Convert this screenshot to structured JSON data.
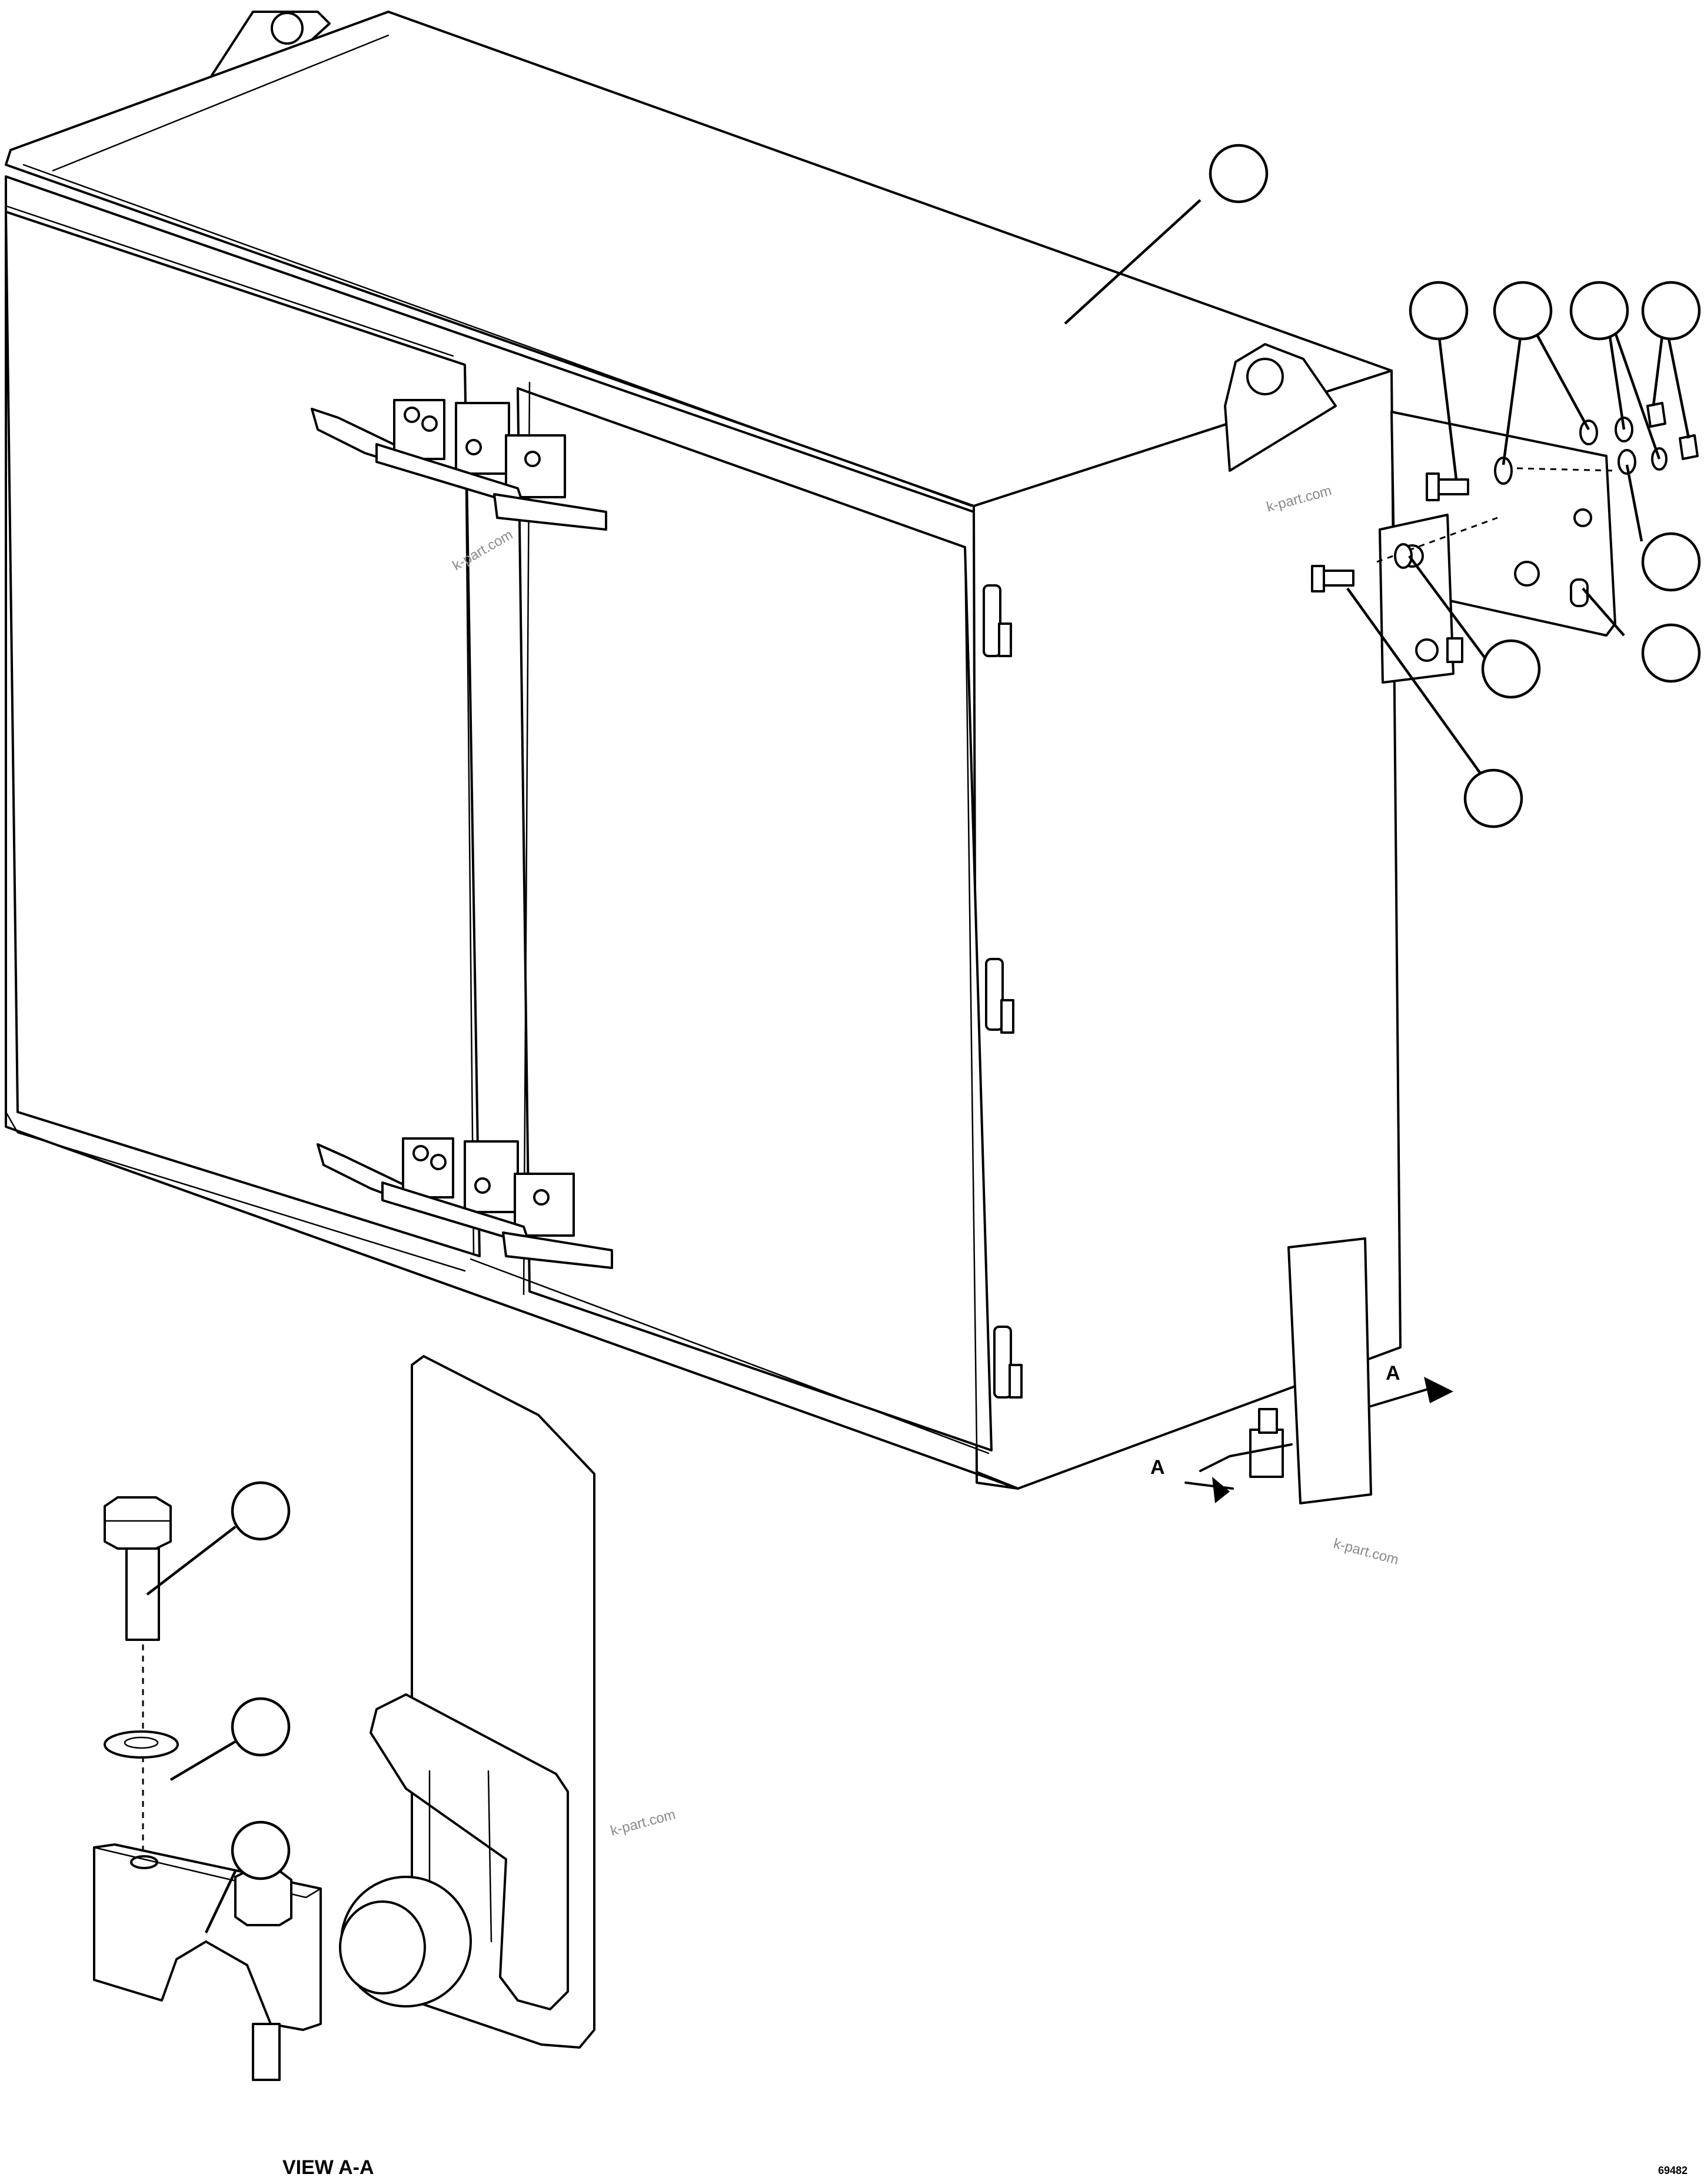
{
  "view_label": "VIEW A-A",
  "section_labels": [
    "A",
    "A"
  ],
  "watermark": "k-part.com",
  "drawing_id": "69482",
  "callouts": [
    "",
    "",
    "",
    "",
    "",
    "",
    "",
    "",
    "",
    "",
    "",
    ""
  ]
}
